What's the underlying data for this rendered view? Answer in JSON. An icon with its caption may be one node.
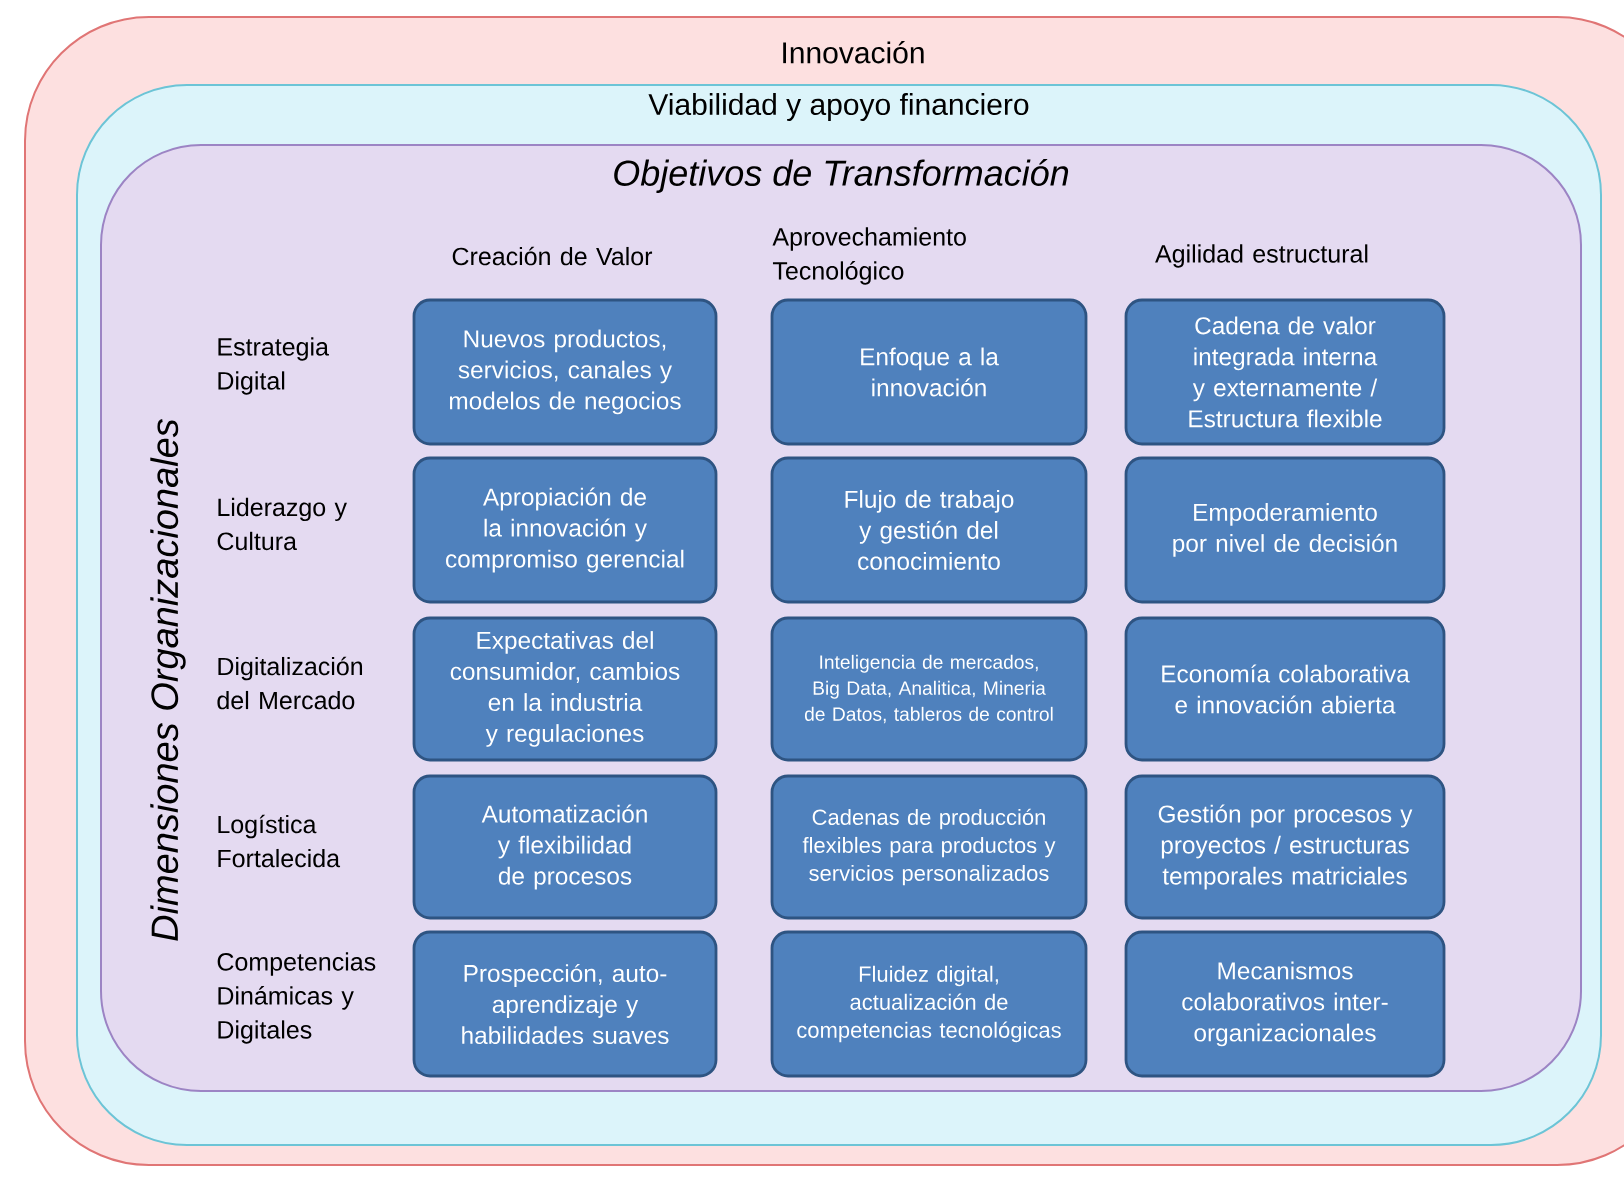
{
  "diagram": {
    "nodes": [
      {
        "text": [
          "Innovación"
        ]
      },
      {
        "text": [
          "Viabilidad y apoyo financiero"
        ],
        "in": 0
      },
      {
        "text": [
          "Objetivos de Transformación"
        ],
        "in": 1
      },
      {
        "text": [
          "Nuevos productos, servicios, canales y modelos de negocios"
        ],
        "in": 2
      },
      {
        "text": [
          "Enfoque a la innovación"
        ],
        "in": 2
      },
      {
        "text": [
          "Cadena de valor integrada interna y externamente / Estructura flexible"
        ],
        "in": 2
      },
      {
        "text": [
          "Apropiación de la innovación y compromiso gerencial"
        ],
        "in": 2
      },
      {
        "text": [
          "Flujo de trabajo y gestión del conocimiento"
        ],
        "in": 2
      },
      {
        "text": [
          "Empoderamiento por nivel de decisión"
        ],
        "in": 2
      },
      {
        "text": [
          "Expectativas del consumidor, cambios en la industria y regulaciones"
        ],
        "in": 2
      },
      {
        "text": [
          "Inteligencia de mercados, Big Data, Analitica, Mineria de Datos, tableros de control"
        ],
        "in": 2
      },
      {
        "text": [
          "Economía colaborativa e innovación abierta"
        ],
        "in": 2
      },
      {
        "text": [
          "Automatización y flexibilidad de procesos"
        ],
        "in": 2
      },
      {
        "text": [
          "Cadenas de producción flexibles para productos y servicios personalizados"
        ],
        "in": 2
      },
      {
        "text": [
          "Gestión por procesos y proyectos / estructuras temporales matriciales"
        ],
        "in": 2
      },
      {
        "text": [
          "Prospección, auto-aprendizaje y habilidades suaves"
        ],
        "in": 2
      },
      {
        "text": [
          "Fluidez digital, actualización de competencias tecnológicas"
        ],
        "in": 2
      },
      {
        "text": [
          "Mecanismos colaborativos inter-organizacionales"
        ],
        "in": 2
      }
    ],
    "labels": [
      "Creación de Valor",
      "Aprovechamiento Tecnológico",
      "Agilidad estructural",
      "Dimensiones Organizacionales",
      "Estrategia Digital",
      "Liderazgo y Cultura",
      "Digitalización del Mercado",
      "Logística Fortalecida",
      "Competencias Dinámicas y Digitales"
    ]
  }
}
